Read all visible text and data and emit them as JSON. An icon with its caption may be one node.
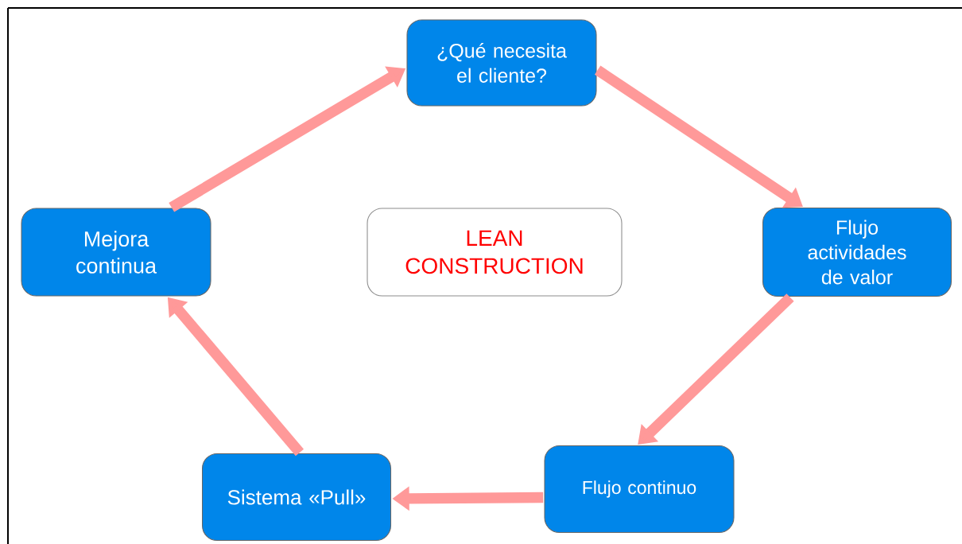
{
  "diagram": {
    "nodes": [
      {
        "text": [
          "¿Qué necesita el cliente?"
        ]
      },
      {
        "text": [
          "Flujo actividades de valor"
        ]
      },
      {
        "text": [
          "Flujo continuo"
        ]
      },
      {
        "text": [
          "Sistema «Pull»"
        ]
      },
      {
        "text": [
          "Mejora continua"
        ]
      },
      {
        "text": [
          "LEAN CONSTRUCTION"
        ]
      }
    ],
    "edges": [
      {
        "from": 4,
        "to": 0,
        "arrow": "to"
      },
      {
        "from": 0,
        "to": 1,
        "arrow": "to"
      },
      {
        "from": 1,
        "to": 2,
        "arrow": "to"
      },
      {
        "from": 2,
        "to": 3,
        "arrow": "to"
      },
      {
        "from": 3,
        "to": 4,
        "arrow": "to"
      }
    ]
  }
}
